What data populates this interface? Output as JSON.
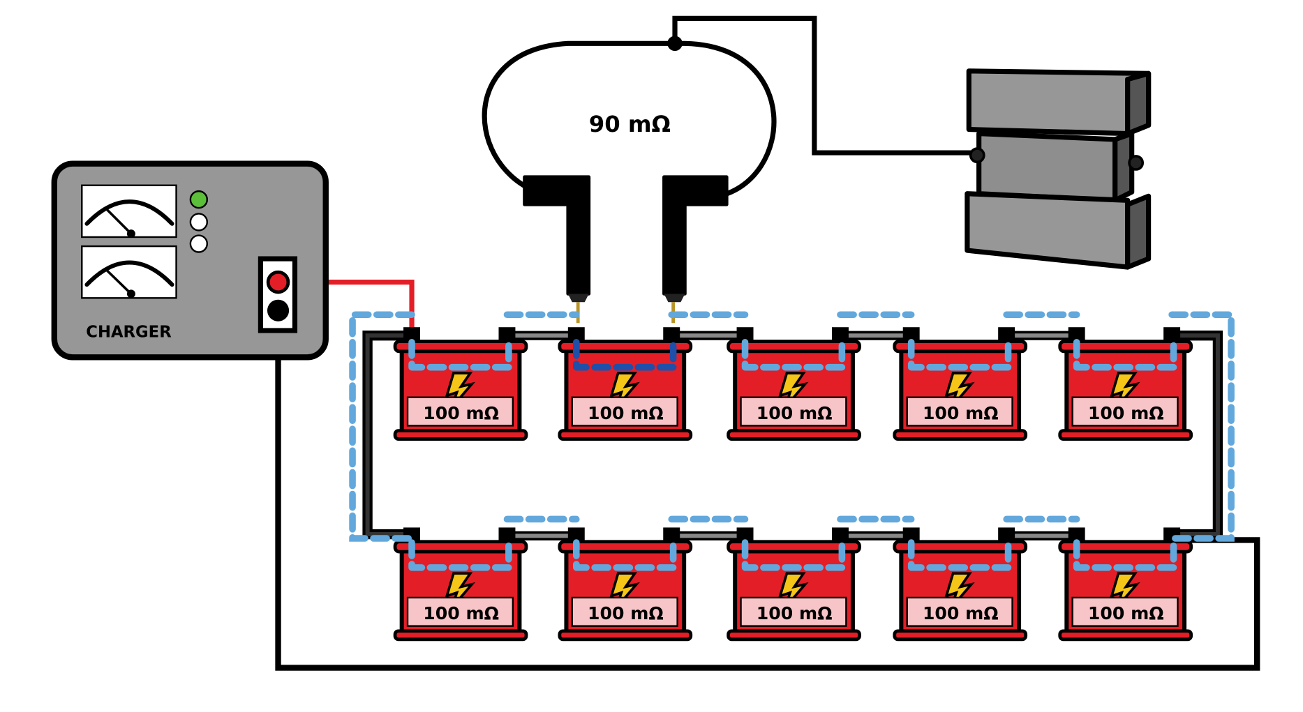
{
  "meter": {
    "label": "90 mΩ"
  },
  "charger": {
    "label": "CHARGER",
    "led_colors": [
      "#5cbf3a",
      "#ffffff",
      "#ffffff"
    ]
  },
  "batteries": {
    "top_row": [
      "100 mΩ",
      "100 mΩ",
      "100 mΩ",
      "100 mΩ",
      "100 mΩ"
    ],
    "bottom_row": [
      "100 mΩ",
      "100 mΩ",
      "100 mΩ",
      "100 mΩ",
      "100 mΩ"
    ],
    "highlighted_index_top_row": 1
  },
  "colors": {
    "battery_body": "#e41e26",
    "battery_label_bg": "#f7c5c8",
    "bolt": "#f5c518",
    "charger_body": "#979797",
    "positive_wire": "#e41e26",
    "current_path": "#62a8dc",
    "measured_path": "#1f4fa8",
    "device_body": "#8e8e8e"
  }
}
